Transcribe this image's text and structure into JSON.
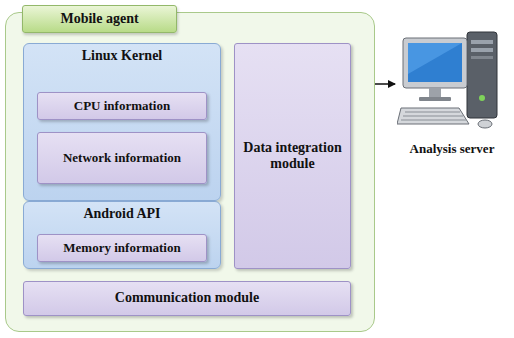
{
  "diagram": {
    "nodes": [
      {
        "text": [
          "Mobile agent"
        ]
      },
      {
        "text": [
          "Linux Kernel"
        ],
        "in": 0
      },
      {
        "text": [
          "CPU information"
        ],
        "in": 1
      },
      {
        "text": [
          "Network information"
        ],
        "in": 1
      },
      {
        "text": [
          "Android API"
        ],
        "in": 0
      },
      {
        "text": [
          "Memory information"
        ],
        "in": 4
      },
      {
        "text": [
          "Data integration module"
        ],
        "in": 0
      },
      {
        "text": [
          "Communication module"
        ],
        "in": 0
      },
      {
        "text": [
          "Analysis server"
        ]
      }
    ],
    "edges": [
      {
        "from": 2,
        "to": 6,
        "arrow": "to"
      },
      {
        "from": 3,
        "to": 6,
        "arrow": "to"
      },
      {
        "from": 5,
        "to": 6,
        "arrow": "to"
      },
      {
        "from": 6,
        "to": 7,
        "arrow": "to"
      },
      {
        "from": 7,
        "to": 8,
        "arrow": "to"
      }
    ]
  }
}
